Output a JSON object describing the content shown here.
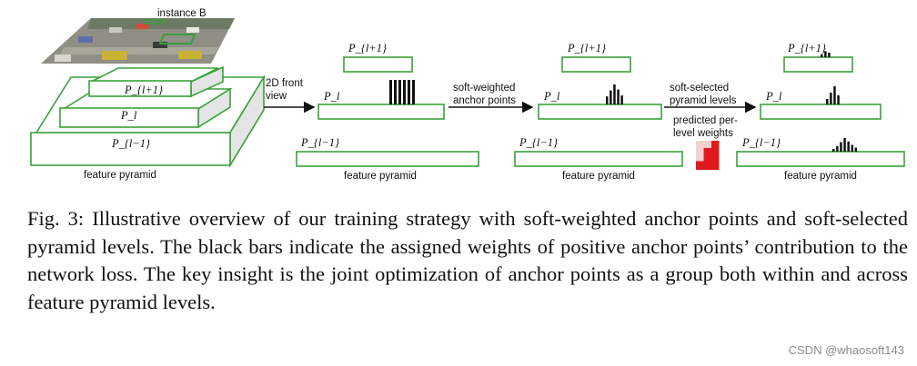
{
  "diagram": {
    "instance_label": "instance B",
    "pyramid": {
      "top_label": "P_{l+1}",
      "mid_label": "P_l",
      "bottom_label": "P_{l−1}",
      "caption": "feature pyramid"
    },
    "arrow1_label": [
      "2D front",
      "view"
    ],
    "arrow2_label": [
      "soft-weighted",
      "anchor points"
    ],
    "arrow3_label": [
      "soft-selected",
      "pyramid levels"
    ],
    "predicted_weights_label": [
      "predicted per-",
      "level weights"
    ],
    "stage_levels": {
      "top": "P_{l+1}",
      "mid": "P_l",
      "bottom": "P_{l−1}"
    },
    "stage_caption": "feature pyramid",
    "stage1_bars": [
      1,
      1,
      1,
      1,
      1,
      1
    ],
    "stage2_bars": [
      0.4,
      0.7,
      1.0,
      0.75,
      0.45
    ],
    "stage3_top_bars": [
      0.3,
      0.6,
      0.45
    ],
    "stage3_mid_bars": [
      0.3,
      0.65,
      1.0,
      0.5
    ],
    "stage3_bottom_bars": [
      0.2,
      0.4,
      0.7,
      1.0,
      0.75,
      0.5,
      0.3
    ],
    "level_weights": [
      0.3,
      0.75,
      1.0
    ],
    "colors": {
      "green": "#3aa13a",
      "red": "#e01a1a",
      "bar": "#111111"
    }
  },
  "caption": "Fig. 3: Illustrative overview of our training strategy with soft-weighted anchor points and soft-selected pyramid levels. The black bars indicate the assigned weights of positive anchor points’ contribution to the network loss. The key insight is the joint optimization of anchor points as a group both within and across feature pyramid levels.",
  "watermark": "CSDN @whaosoft143"
}
